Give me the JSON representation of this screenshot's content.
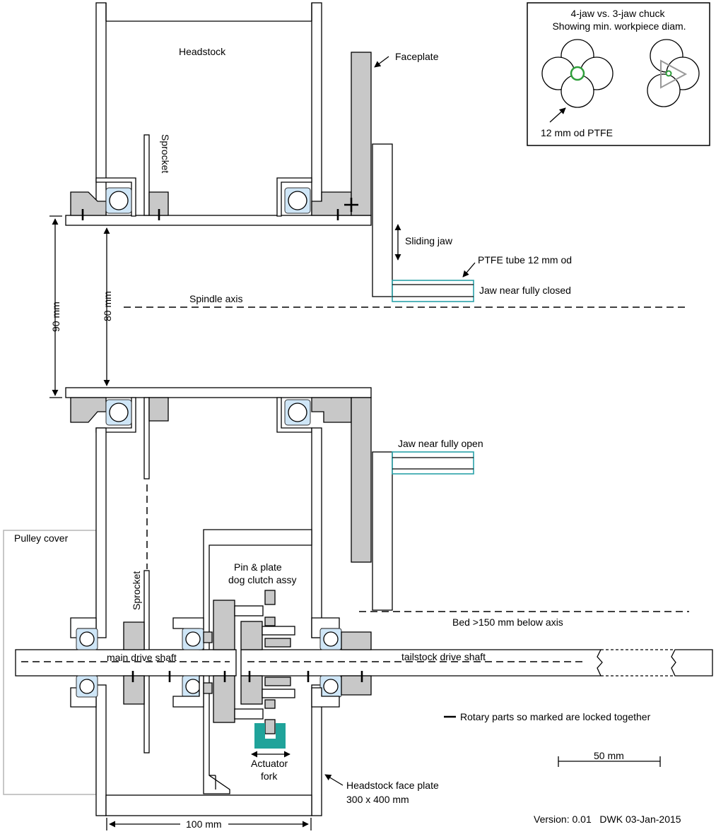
{
  "labels": {
    "headstock": "Headstock",
    "faceplate": "Faceplate",
    "sprocket_top": "Sprocket",
    "sprocket_bottom": "Sprocket",
    "sliding_jaw": "Sliding jaw",
    "ptfe_tube": "PTFE tube 12 mm od",
    "jaw_closed": "Jaw near fully closed",
    "spindle_axis": "Spindle axis",
    "dim_90": "90 mm",
    "dim_80": "80 mm",
    "jaw_open": "Jaw near fully open",
    "pulley_cover": "Pulley cover",
    "dog_clutch_line1": "Pin & plate",
    "dog_clutch_line2": "dog clutch assy",
    "bed": "Bed >150 mm below axis",
    "main_drive_shaft": "main drive shaft",
    "tailstock_drive_shaft": "tailstock drive shaft",
    "lock_legend": "Rotary parts so marked are locked together",
    "actuator_line1": "Actuator",
    "actuator_line2": "fork",
    "headstock_plate_line1": "Headstock face plate",
    "headstock_plate_line2": "300 x 400 mm",
    "dim_100": "100 mm",
    "scale_50": "50 mm",
    "version": "Version: 0.01   DWK 03-Jan-2015"
  },
  "inset": {
    "title_line1": "4-jaw vs. 3-jaw chuck",
    "title_line2": "Showing min. workpiece diam.",
    "ptfe_label": "12 mm od PTFE"
  },
  "colors": {
    "part_grey": "#c8c8c8",
    "bearing_blue": "#cfe6f7",
    "highlight_teal": "#2aa1a8",
    "workpiece_green": "#2e9e3a",
    "actuator_fill": "#1fa39a",
    "cover_grey": "#b5b5b5"
  }
}
